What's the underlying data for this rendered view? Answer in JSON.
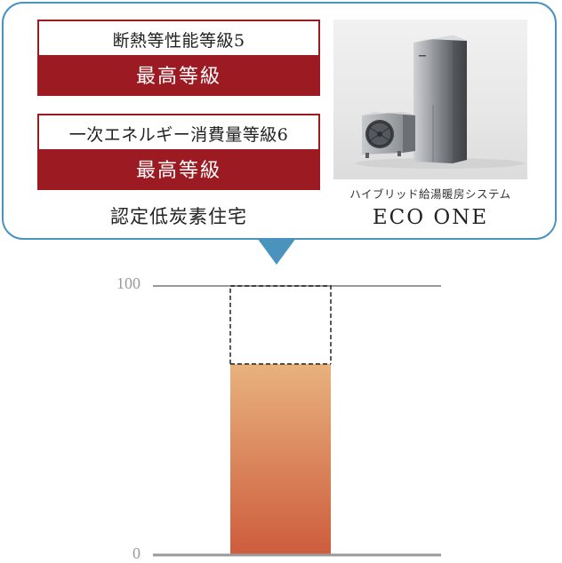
{
  "grades": [
    {
      "title": "断熱等性能等級5",
      "badge": "最高等級"
    },
    {
      "title": "一次エネルギー消費量等級6",
      "badge": "最高等級"
    }
  ],
  "certification": "認定低炭素住宅",
  "product": {
    "caption": "ハイブリッド給湯暖房システム",
    "name": "ECO ONE"
  },
  "chart_data": {
    "type": "bar",
    "title": "",
    "xlabel": "",
    "ylabel": "",
    "ylim": [
      0,
      100
    ],
    "y_ticks": [
      "100",
      "0"
    ],
    "values": [
      71
    ],
    "reference_max": 100,
    "colors": {
      "bar_top": "#e8b27e",
      "bar_bottom": "#cd5c3c",
      "axis": "#9a9a9a",
      "outline": "#222222"
    }
  },
  "colors": {
    "accent_red": "#9c1b22",
    "callout_blue": "#4a93bf"
  }
}
